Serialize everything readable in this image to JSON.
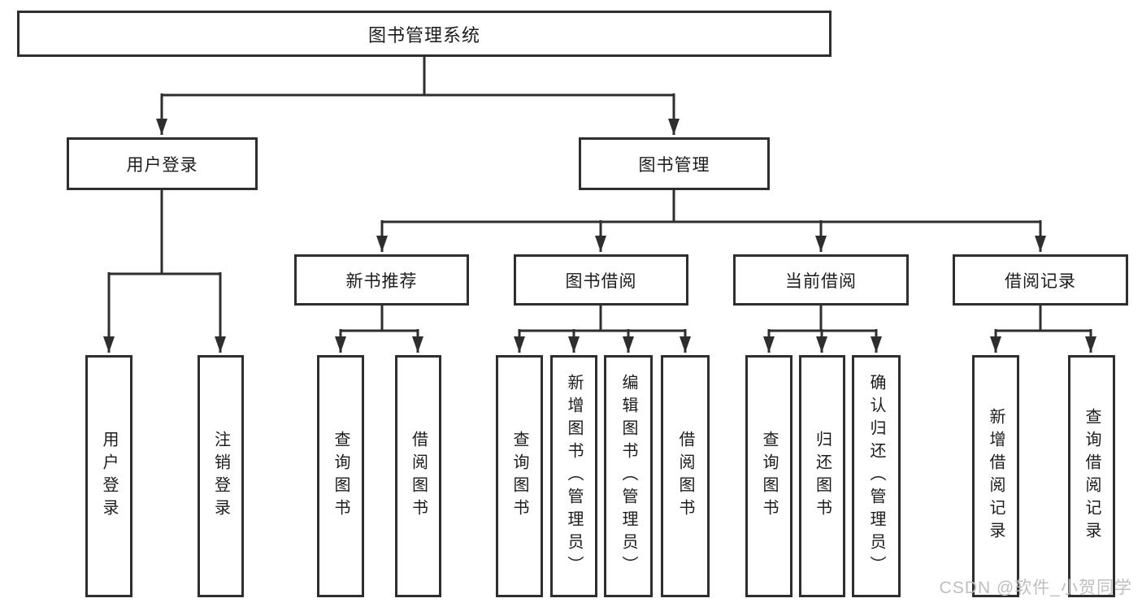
{
  "tree": {
    "root": "图书管理系统",
    "children": [
      {
        "label": "用户登录",
        "children": [
          {
            "label": "用户登录"
          },
          {
            "label": "注销登录"
          }
        ]
      },
      {
        "label": "图书管理",
        "children": [
          {
            "label": "新书推荐",
            "children": [
              {
                "label": "查询图书"
              },
              {
                "label": "借阅图书"
              }
            ]
          },
          {
            "label": "图书借阅",
            "children": [
              {
                "label": "查询图书"
              },
              {
                "label": "新增图书（管理员）"
              },
              {
                "label": "编辑图书（管理员）"
              },
              {
                "label": "借阅图书"
              }
            ]
          },
          {
            "label": "当前借阅",
            "children": [
              {
                "label": "查询图书"
              },
              {
                "label": "归还图书"
              },
              {
                "label": "确认归还（管理员）"
              }
            ]
          },
          {
            "label": "借阅记录",
            "children": [
              {
                "label": "新增借阅记录"
              },
              {
                "label": "查询借阅记录"
              }
            ]
          }
        ]
      }
    ]
  },
  "watermark": {
    "text": "CSDN @软件_小贺同学",
    "color": "#bfbfbf"
  },
  "colors": {
    "line": "#2e2e2e",
    "box_border": "#2e2e2e",
    "box_fill": "#ffffff",
    "text": "#1c1c1c"
  }
}
